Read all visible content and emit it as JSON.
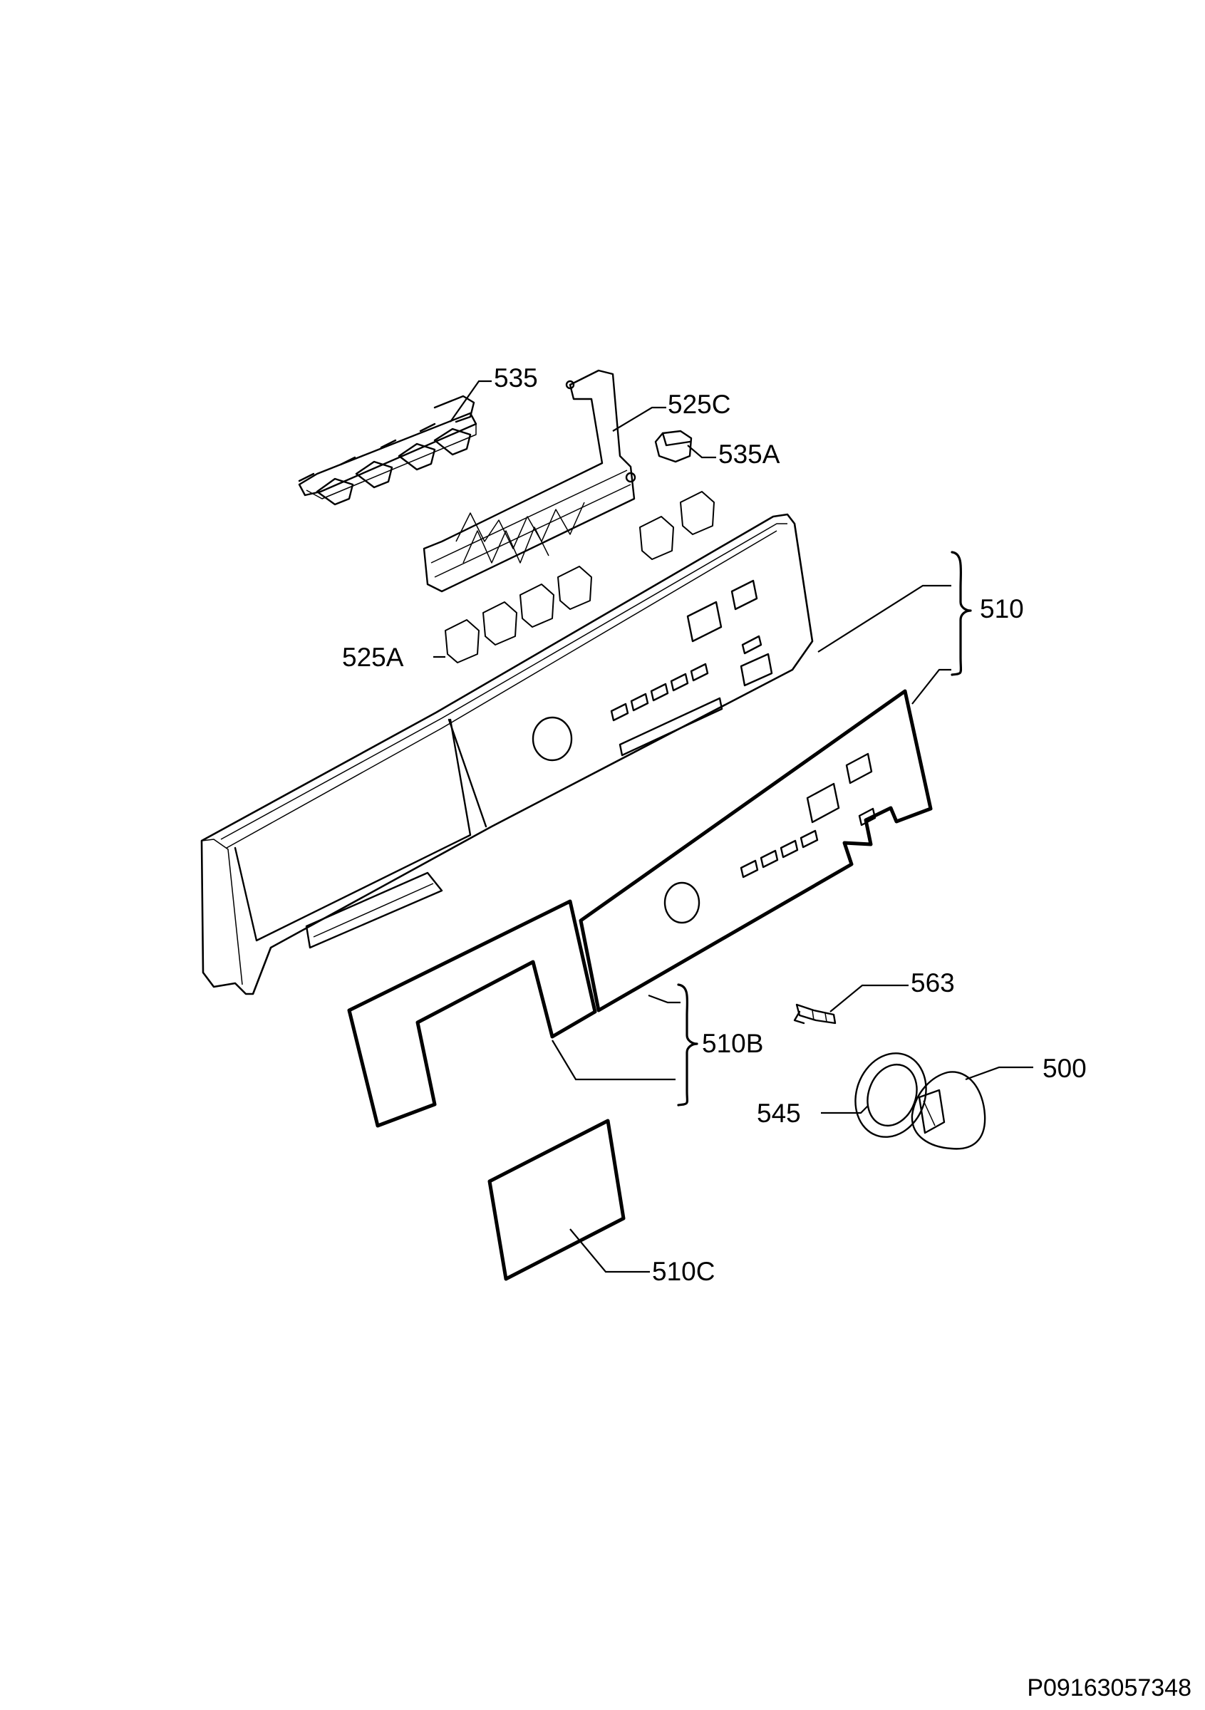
{
  "diagram": {
    "labels": {
      "p535": "535",
      "p525c": "525C",
      "p535a": "535A",
      "p510": "510",
      "p525a": "525A",
      "p563": "563",
      "p510b": "510B",
      "p500": "500",
      "p545": "545",
      "p510c": "510C"
    },
    "drawing_code": "P09163057348"
  }
}
